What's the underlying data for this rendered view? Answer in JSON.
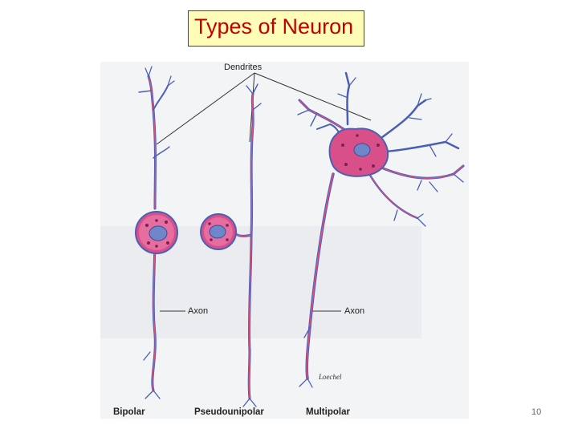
{
  "slide": {
    "title": "Types of Neuron",
    "page_number": "10"
  },
  "figure": {
    "labels": {
      "dendrites": "Dendrites",
      "axon_left": "Axon",
      "axon_right": "Axon",
      "signature": "Loechel",
      "bipolar": "Bipolar",
      "pseudounipolar": "Pseudounipolar",
      "multipolar": "Multipolar"
    },
    "colors": {
      "neuron_fill": "#d94f8a",
      "nucleus": "#6f86c9",
      "outline": "#4a5fb3",
      "background": "#f3f4f6"
    }
  }
}
